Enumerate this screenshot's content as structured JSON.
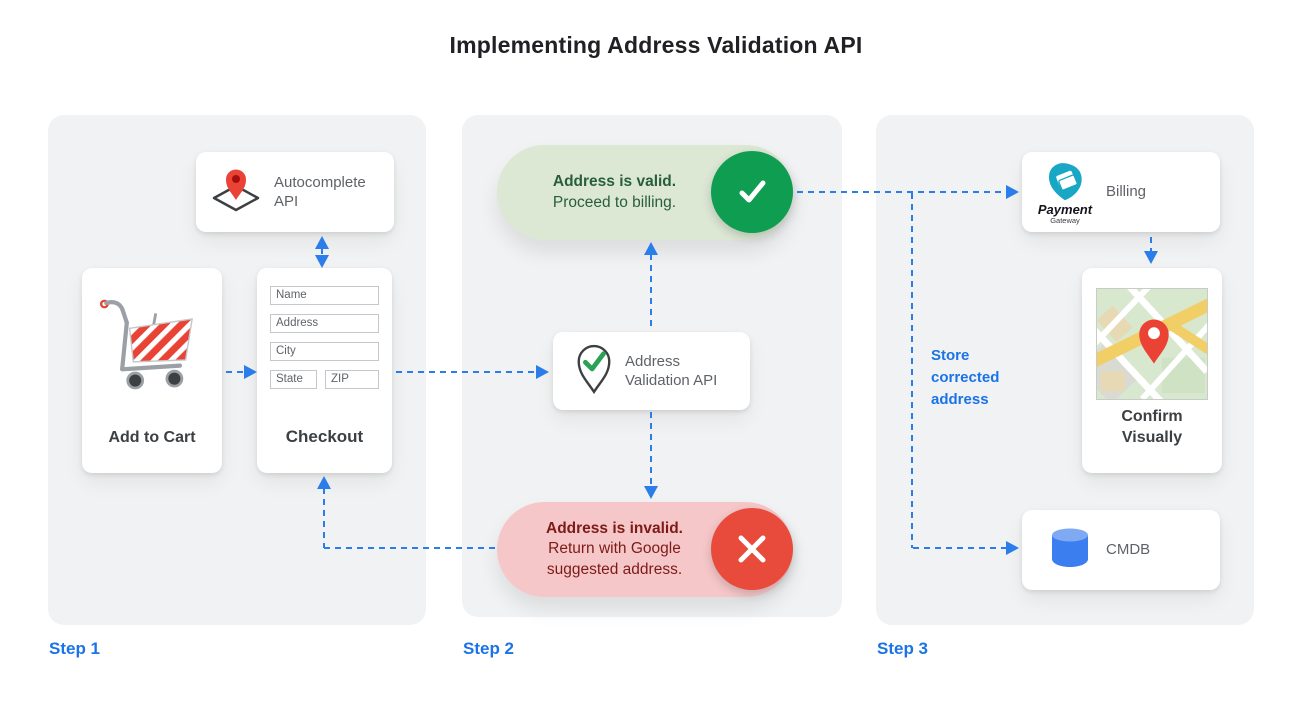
{
  "title": "Implementing Address Validation API",
  "steps": {
    "step1": {
      "label": "Step 1",
      "autocomplete_card": {
        "label": "Autocomplete API"
      },
      "add_to_cart_card": {
        "label": "Add to Cart"
      },
      "checkout_card": {
        "label": "Checkout",
        "fields": [
          "Name",
          "Address",
          "City",
          "State",
          "ZIP"
        ]
      }
    },
    "step2": {
      "label": "Step 2",
      "valid_banner": {
        "title": "Address is valid.",
        "subtitle": "Proceed to billing."
      },
      "validation_card": {
        "label": "Address Validation API"
      },
      "invalid_banner": {
        "title": "Address is invalid.",
        "subtitle": "Return with Google suggested address."
      }
    },
    "step3": {
      "label": "Step 3",
      "billing_card": {
        "label": "Billing",
        "logo_title": "Payment",
        "logo_subtitle": "Gateway"
      },
      "confirm_card": {
        "label": "Confirm Visually"
      },
      "cmdb_card": {
        "label": "CMDB"
      },
      "store_note": "Store corrected address"
    }
  },
  "colors": {
    "accent_blue": "#1a73e8",
    "connector_blue": "#2b7de9",
    "success_green": "#0f9d52",
    "success_bg": "#dce8d4",
    "success_text": "#275e3b",
    "error_red": "#e84b3b",
    "error_bg": "#f6c7c9",
    "error_text": "#7d1b16",
    "panel_bg": "#f1f2f3",
    "card_text": "#5f6368",
    "title_text": "#202124",
    "pin_red": "#ea4335",
    "check_green": "#2aa154",
    "payment_teal": "#18a7c4",
    "database_blue": "#3b7ef0"
  }
}
